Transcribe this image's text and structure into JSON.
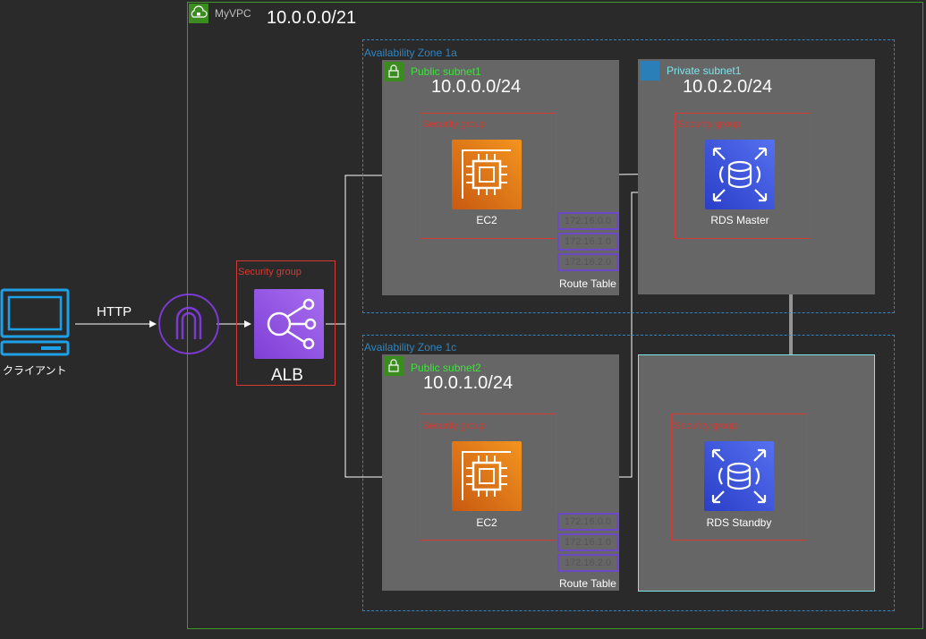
{
  "vpc": {
    "title": "MyVPC",
    "cidr": "10.0.0.0/21"
  },
  "client": {
    "label": "クライアント"
  },
  "http_label": "HTTP",
  "alb": {
    "label": "ALB",
    "sg_label": "Security group"
  },
  "az1": {
    "label": "Availability Zone 1a",
    "public": {
      "label": "Public subnet1",
      "cidr": "10.0.0.0/24",
      "sg_label": "Security group",
      "instance": "EC2"
    },
    "private": {
      "label": "Private subnet1",
      "cidr": "10.0.2.0/24",
      "sg_label": "Security group",
      "instance": "RDS Master"
    },
    "route_table": {
      "entries": [
        "172.16.0.0",
        "172.16.1.0",
        "172.16.2.0"
      ],
      "label": "Route Table"
    }
  },
  "az2": {
    "label": "Availability Zone 1c",
    "public": {
      "label": "Public subnet2",
      "cidr": "10.0.1.0/24",
      "sg_label": "Security group",
      "instance": "EC2"
    },
    "private": {
      "sg_label": "Security group",
      "instance": "RDS Standby"
    },
    "route_table": {
      "entries": [
        "172.16.0.0",
        "172.16.1.0",
        "172.16.2.0"
      ],
      "label": "Route Table"
    }
  },
  "colors": {
    "vpc_border": "#3d9a2a",
    "az_border": "#2e86c1",
    "security_group": "#d33b34",
    "public_subnet_label": "#3ee23e",
    "private_subnet_label": "#7fe3ea",
    "client_icon": "#1ea0e6",
    "gateway_icon": "#7b3ad0"
  },
  "icons": {
    "vpc": "cloud-lock-icon",
    "client": "laptop-icon",
    "gateway": "internet-gateway-icon",
    "alb": "load-balancer-icon",
    "ec2": "ec2-chip-icon",
    "rds": "rds-database-icon",
    "public_subnet": "subnet-lock-icon",
    "private_subnet": "subnet-lock-icon"
  }
}
